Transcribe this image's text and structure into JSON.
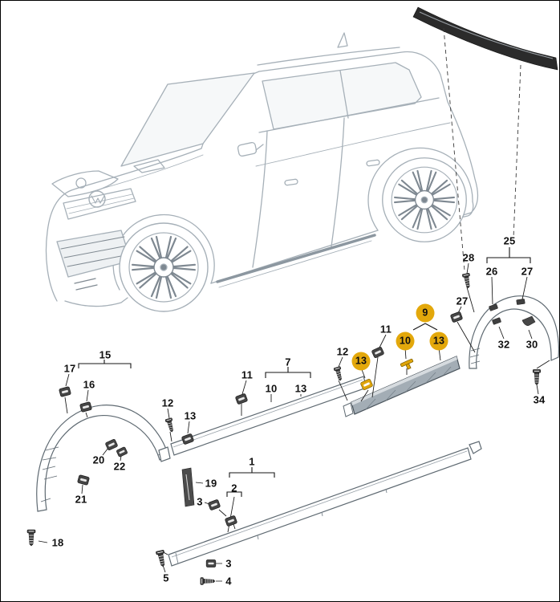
{
  "diagram": {
    "subject": "Exploded parts diagram: side protective mouldings, sill strips and wheel-arch trims of a compact SUV (line drawing)",
    "colors": {
      "highlight": "#E3A80B",
      "car_line": "#A6B0B8",
      "part_line": "#5F6A72",
      "fastener_dark": "#3F3F3F",
      "background": "#FFFFFF",
      "border": "#000000"
    },
    "icons": [
      {
        "name": "screw-icon",
        "meaning": "self-tapping screw fastener"
      },
      {
        "name": "clip-icon",
        "meaning": "retaining clip fastener"
      },
      {
        "name": "t-clip-icon",
        "meaning": "T-shaped retaining clip (highlighted)"
      }
    ]
  },
  "callouts": [
    {
      "label": "25",
      "highlighted": false
    },
    {
      "label": "26",
      "highlighted": false
    },
    {
      "label": "27",
      "highlighted": false
    },
    {
      "label": "28",
      "highlighted": false
    },
    {
      "label": "27",
      "highlighted": false
    },
    {
      "label": "32",
      "highlighted": false
    },
    {
      "label": "30",
      "highlighted": false
    },
    {
      "label": "34",
      "highlighted": false
    },
    {
      "label": "9",
      "highlighted": true
    },
    {
      "label": "11",
      "highlighted": false
    },
    {
      "label": "10",
      "highlighted": true
    },
    {
      "label": "13",
      "highlighted": true
    },
    {
      "label": "12",
      "highlighted": false
    },
    {
      "label": "13",
      "highlighted": true
    },
    {
      "label": "7",
      "highlighted": false
    },
    {
      "label": "11",
      "highlighted": false
    },
    {
      "label": "10",
      "highlighted": false
    },
    {
      "label": "13",
      "highlighted": false
    },
    {
      "label": "15",
      "highlighted": false
    },
    {
      "label": "17",
      "highlighted": false
    },
    {
      "label": "16",
      "highlighted": false
    },
    {
      "label": "12",
      "highlighted": false
    },
    {
      "label": "13",
      "highlighted": false
    },
    {
      "label": "20",
      "highlighted": false
    },
    {
      "label": "22",
      "highlighted": false
    },
    {
      "label": "21",
      "highlighted": false
    },
    {
      "label": "19",
      "highlighted": false
    },
    {
      "label": "18",
      "highlighted": false
    },
    {
      "label": "1",
      "highlighted": false
    },
    {
      "label": "2",
      "highlighted": false
    },
    {
      "label": "3",
      "highlighted": false
    },
    {
      "label": "5",
      "highlighted": false
    },
    {
      "label": "3",
      "highlighted": false
    },
    {
      "label": "4",
      "highlighted": false
    }
  ]
}
